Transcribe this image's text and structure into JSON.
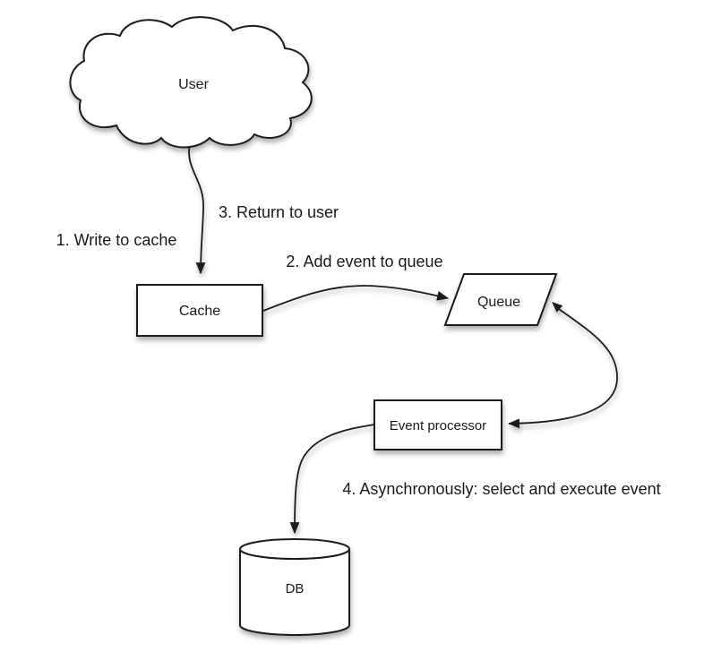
{
  "diagram": {
    "background": "#ffffff",
    "stroke_color": "#1c1c1c",
    "fill_color": "#ffffff",
    "text_color": "#1a1a1a",
    "nodes": {
      "user": {
        "label": "User",
        "shape": "cloud"
      },
      "cache": {
        "label": "Cache",
        "shape": "rectangle"
      },
      "queue": {
        "label": "Queue",
        "shape": "parallelogram"
      },
      "event_processor": {
        "label": "Event processor",
        "shape": "rectangle"
      },
      "db": {
        "label": "DB",
        "shape": "cylinder"
      }
    },
    "step_labels": {
      "step1": "1. Write to cache",
      "step2": "2. Add event to queue",
      "step3": "3. Return to user",
      "step4": "4. Asynchronously: select and execute event"
    },
    "edges": [
      {
        "from": "user",
        "to": "cache",
        "style": "curved",
        "arrow": "end"
      },
      {
        "from": "cache",
        "to": "queue",
        "style": "curved",
        "arrow": "end"
      },
      {
        "from": "queue",
        "to": "event_processor",
        "style": "curved",
        "arrow": "both"
      },
      {
        "from": "event_processor",
        "to": "db",
        "style": "curved",
        "arrow": "end"
      }
    ]
  }
}
